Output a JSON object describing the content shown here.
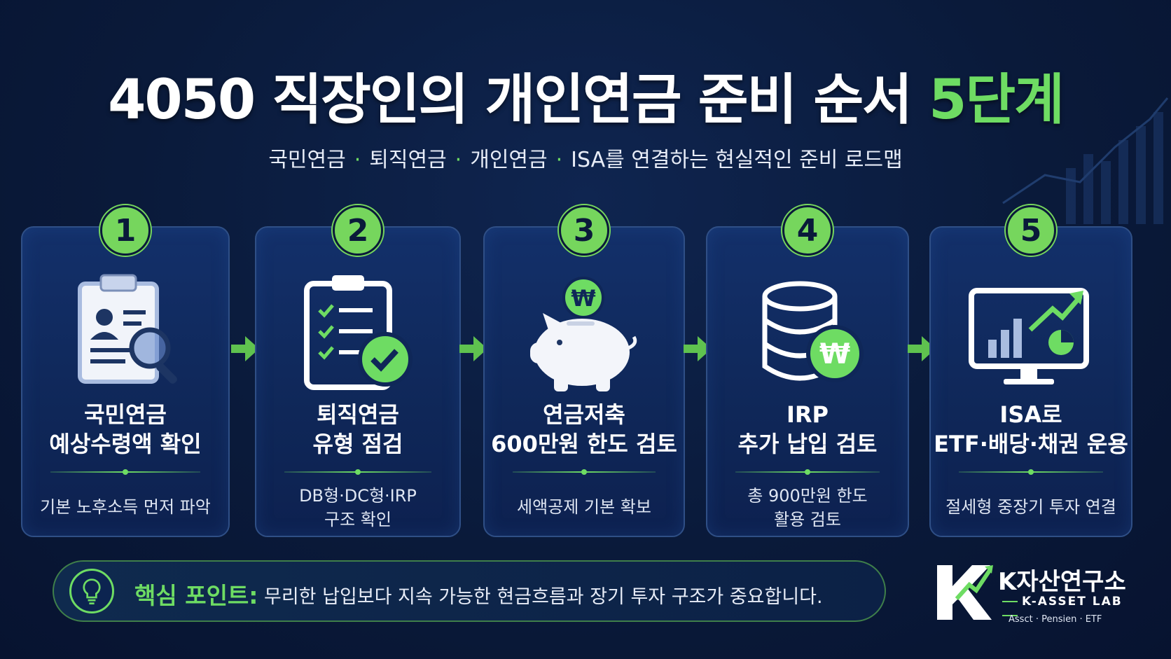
{
  "header": {
    "title_main": "4050 직장인의 개인연금 준비 순서 ",
    "title_highlight": "5단계",
    "subtitle_items": [
      "국민연금",
      "퇴직연금",
      "개인연금",
      "ISA를 연결하는 현실적인 준비 로드맵"
    ],
    "subtitle_separator": "·"
  },
  "steps": [
    {
      "number": "1",
      "title_line1": "국민연금",
      "title_line2": "예상수령액 확인",
      "desc_line1": "기본 노후소득 먼저 파악",
      "desc_line2": "",
      "icon": "clipboard-magnifier-icon"
    },
    {
      "number": "2",
      "title_line1": "퇴직연금",
      "title_line2": "유형 점검",
      "desc_line1": "DB형·DC형·IRP",
      "desc_line2": "구조 확인",
      "icon": "checklist-icon"
    },
    {
      "number": "3",
      "title_line1": "연금저축",
      "title_line2": "600만원 한도 검토",
      "desc_line1": "세액공제 기본 확보",
      "desc_line2": "",
      "icon": "piggy-bank-icon"
    },
    {
      "number": "4",
      "title_line1": "IRP",
      "title_line2": "추가 납입 검토",
      "desc_line1": "총 900만원 한도",
      "desc_line2": "활용 검토",
      "icon": "database-won-icon"
    },
    {
      "number": "5",
      "title_line1": "ISA로",
      "title_line2": "ETF·배당·채권 운용",
      "desc_line1": "절세형 중장기 투자 연결",
      "desc_line2": "",
      "icon": "monitor-chart-icon"
    }
  ],
  "won_symbol": "₩",
  "keypoint": {
    "label": "핵심 포인트:",
    "text": "무리한 납입보다 지속 가능한 현금흐름과 장기 투자 구조가 중요합니다.",
    "icon": "lightbulb-icon"
  },
  "logo": {
    "name": "K자산연구소",
    "sub": "K-ASSET LAB",
    "tagline": "Assct · Pensien · ETF",
    "mark": "K"
  },
  "colors": {
    "accent_green": "#6edc63",
    "background": "#0a1a3a",
    "card": "#13306a"
  }
}
